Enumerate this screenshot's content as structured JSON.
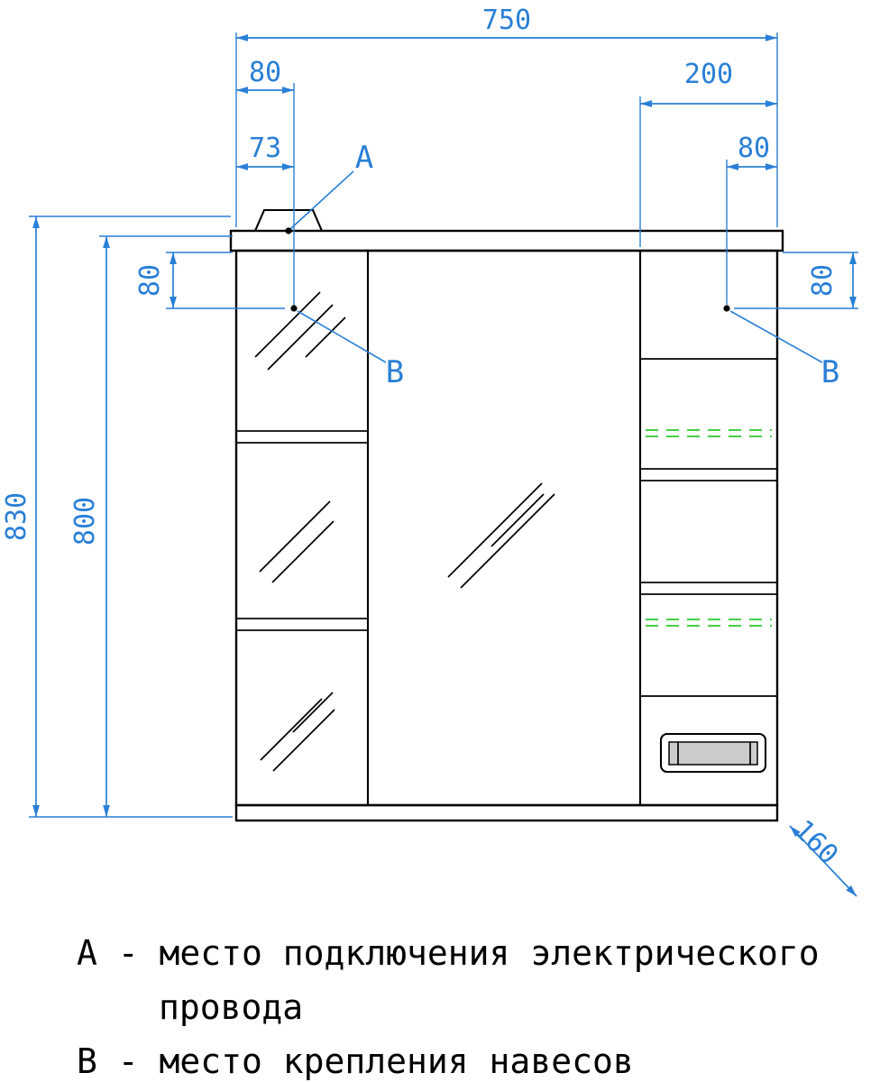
{
  "colors": {
    "dim": "#2a7fd6",
    "glass": "#45cf45",
    "ink": "#000000",
    "handle_fill": "#cccccc"
  },
  "dimensions": {
    "overall_width": "750",
    "lamp_offset": "80",
    "wire_offset": "73",
    "right_door_width": "200",
    "bracket_offset_right": "80",
    "bracket_drop_left": "80",
    "bracket_drop_right": "80",
    "overall_height": "830",
    "cabinet_height": "800",
    "depth": "160"
  },
  "callouts": {
    "wire_point": "А",
    "bracket_left": "В",
    "bracket_right": "В"
  },
  "legend": {
    "line1": "А - место подключения электрического",
    "line2": "провода",
    "line3": "В - место крепления навесов"
  }
}
